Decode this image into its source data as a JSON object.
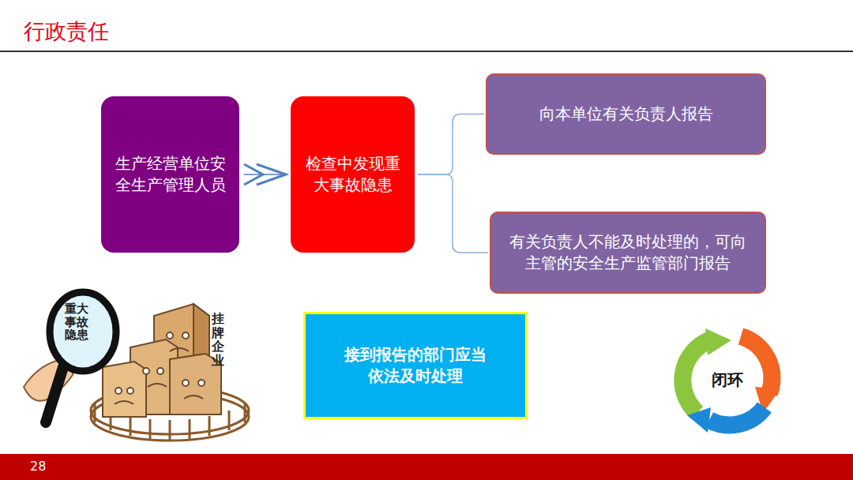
{
  "diagram": {
    "title": "行政责任",
    "nodes": [
      {
        "text": [
          "生产经营单位安全生产管理人员"
        ]
      },
      {
        "text": [
          "检查中发现重大事故隐患"
        ]
      },
      {
        "text": [
          "向本单位有关负责人报告"
        ]
      },
      {
        "text": [
          "有关负责人不能及时处理的，可向主管的安全生产监管部门报告"
        ]
      },
      {
        "text": [
          "接到报告的部门应当依法及时处理"
        ]
      },
      {
        "text": [
          "闭环"
        ]
      }
    ],
    "edges": [
      {
        "from": 0,
        "to": 1,
        "arrow": "to"
      },
      {
        "from": 1,
        "to": 2,
        "arrow": "none"
      },
      {
        "from": 1,
        "to": 3,
        "arrow": "none"
      }
    ],
    "labels": [
      "重大事故隐患",
      "挂牌企业",
      "28"
    ]
  }
}
